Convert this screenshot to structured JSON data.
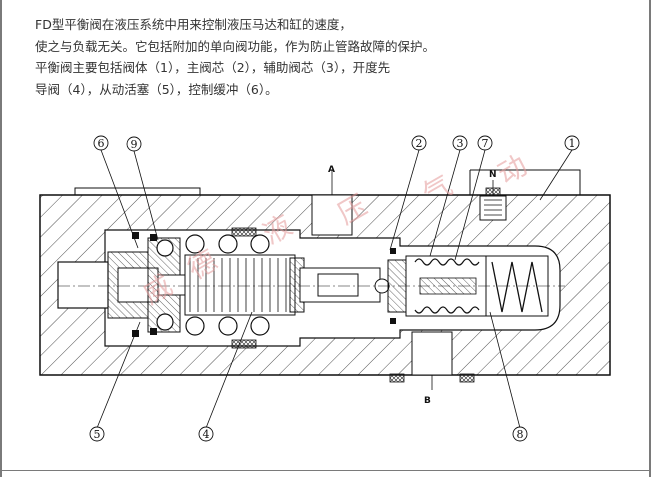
{
  "description": {
    "lines": [
      "FD型平衡阀在液压系统中用来控制液压马达和缸的速度，",
      "使之与负载无关。它包括附加的单向阀功能，作为防止管路故障的保护。",
      "平衡阀主要包括阀体（1），主阀芯（2），辅助阀芯（3），开度先",
      "导阀（4），从动活塞（5），控制缓冲（6）。"
    ]
  },
  "diagram": {
    "callouts": [
      "1",
      "2",
      "3",
      "4",
      "5",
      "6",
      "7",
      "8",
      "9"
    ],
    "ports": {
      "a": "A",
      "b": "B",
      "n": "N"
    },
    "watermark": [
      "威",
      "德",
      "液",
      "压",
      "气",
      "动"
    ],
    "colors": {
      "line": "#111111",
      "watermark": "#e59a9a",
      "text": "#333333"
    }
  }
}
